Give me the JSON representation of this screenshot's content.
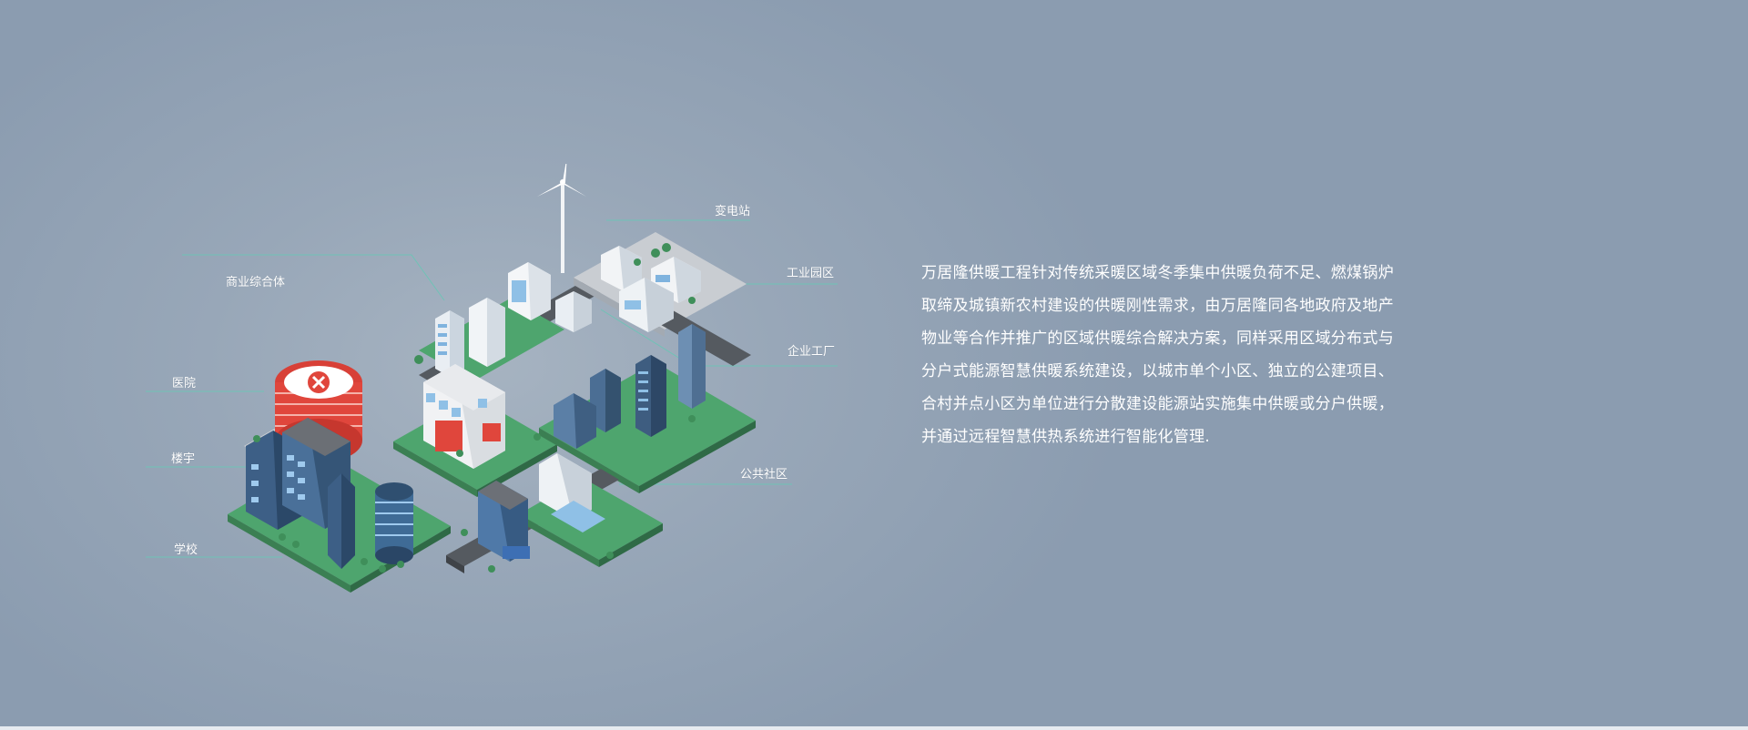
{
  "labels": {
    "substation": "变电站",
    "commercial": "商业综合体",
    "industrial_park": "工业园区",
    "factory": "企业工厂",
    "hospital": "医院",
    "building": "楼宇",
    "community": "公共社区",
    "school": "学校"
  },
  "description": "万居隆供暖工程针对传统采暖区域冬季集中供暖负荷不足、燃煤锅炉取缔及城镇新农村建设的供暖刚性需求，由万居隆同各地政府及地产物业等合作并推广的区域供暖综合解决方案，同样采用区域分布式与分户式能源智慧供暖系统建设，以城市单个小区、独立的公建项目、合村并点小区为单位进行分散建设能源站实施集中供暖或分户供暖，并通过远程智慧供热系统进行智能化管理.",
  "colors": {
    "background": "#98a7b8",
    "leader_line": "#6fc3b6",
    "grass": "#4ea56e",
    "road": "#555a60",
    "hospital_red": "#e0463c"
  }
}
